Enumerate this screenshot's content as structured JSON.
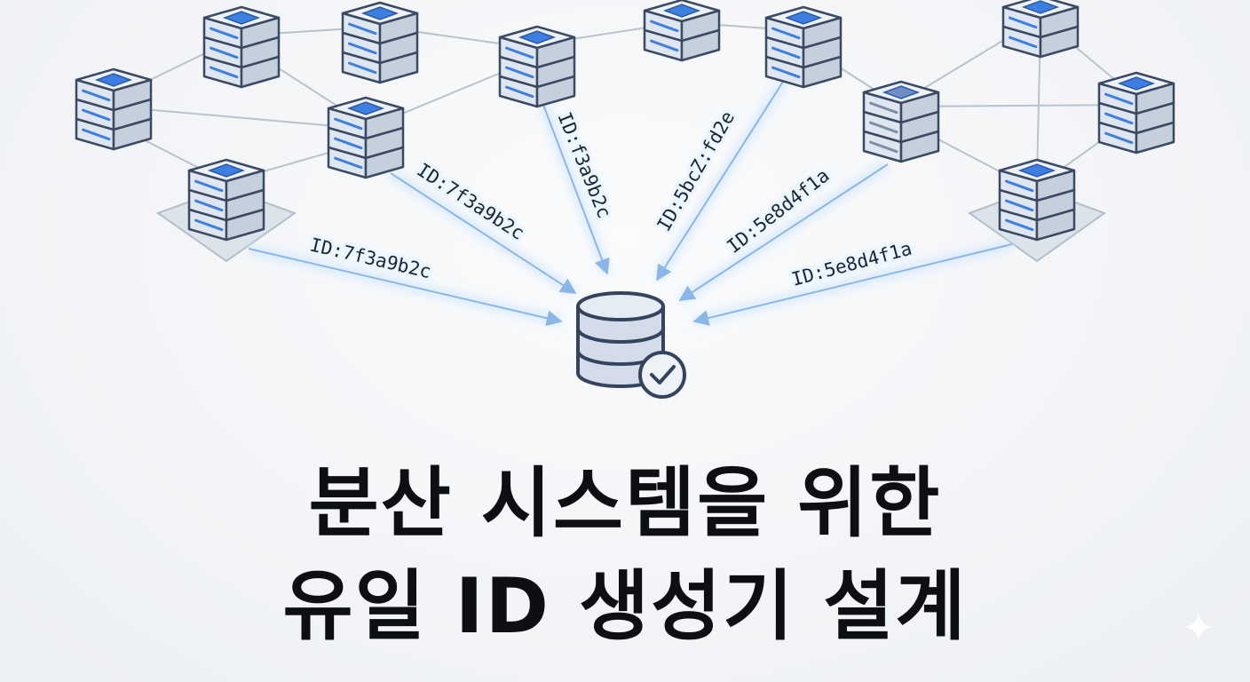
{
  "title": {
    "line1": "분산 시스템을 위한",
    "line2": "유일 ID 생성기 설계"
  },
  "id_labels": [
    "ID:7f3a9b2c",
    "ID:7f3a9b2c",
    "ID:f3a9b2c",
    "ID:5bcZ:fd2e",
    "ID:5e8d4f1a",
    "ID:5e8d4f1a"
  ],
  "icons": {
    "server": "server-rack-icon",
    "database": "database-icon",
    "check": "check-circle-icon",
    "sparkle": "sparkle-icon"
  },
  "colors": {
    "accent_blue": "#3d7fe0",
    "server_body": "#dfe6ef",
    "server_outline": "#3b4a63",
    "connection_line": "#b9c2cd",
    "arrow": "#8ab6e8",
    "database_fill": "#d3dce8",
    "title_text": "#0d0f12"
  }
}
